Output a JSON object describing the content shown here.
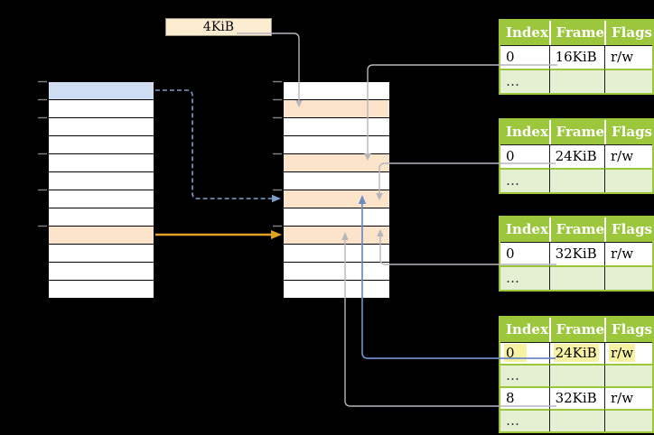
{
  "page_size_label": "4KiB",
  "page_tables": [
    {
      "name": "page-table-1",
      "headers": [
        "Index",
        "Frame",
        "Flags"
      ],
      "rows": [
        {
          "cells": [
            "0",
            "16KiB",
            "r/w"
          ]
        },
        {
          "cells": [
            "…",
            "",
            ""
          ]
        }
      ]
    },
    {
      "name": "page-table-2",
      "headers": [
        "Index",
        "Frame",
        "Flags"
      ],
      "rows": [
        {
          "cells": [
            "0",
            "24KiB",
            "r/w"
          ]
        },
        {
          "cells": [
            "…",
            "",
            ""
          ]
        }
      ]
    },
    {
      "name": "page-table-3",
      "headers": [
        "Index",
        "Frame",
        "Flags"
      ],
      "rows": [
        {
          "cells": [
            "0",
            "32KiB",
            "r/w"
          ]
        },
        {
          "cells": [
            "…",
            "",
            ""
          ]
        }
      ]
    },
    {
      "name": "page-table-4",
      "headers": [
        "Index",
        "Frame",
        "Flags"
      ],
      "rows": [
        {
          "cells": [
            "0",
            "24KiB",
            "r/w"
          ],
          "highlighted": true
        },
        {
          "cells": [
            "…",
            "",
            ""
          ]
        },
        {
          "cells": [
            "8",
            "32KiB",
            "r/w"
          ]
        },
        {
          "cells": [
            "…",
            "",
            ""
          ]
        }
      ]
    }
  ],
  "memory_columns": {
    "left_virtual_memory": {
      "row_count": 12,
      "blue_rows": [
        0
      ],
      "orange_rows": [
        8
      ]
    },
    "middle_physical_memory": {
      "row_count": 12,
      "orange_rows": [
        1,
        4,
        6,
        8
      ]
    },
    "tick_mark_count_per_column": 6
  },
  "arrows": [
    {
      "from": "4KiB-label",
      "to": "physical-frame-row-2",
      "color": "gray",
      "style": "solid"
    },
    {
      "from": "page-table-1 frame 16KiB",
      "to": "physical-frame-row-5",
      "color": "gray",
      "style": "solid"
    },
    {
      "from": "page-table-2 frame 24KiB",
      "to": "physical-frame-row-7",
      "color": "gray",
      "style": "solid"
    },
    {
      "from": "page-table-3 frame 32KiB",
      "to": "physical-frame-row-9",
      "color": "gray",
      "style": "solid"
    },
    {
      "from": "page-table-4 frame 24KiB",
      "to": "physical-frame-row-7",
      "color": "blue",
      "style": "solid"
    },
    {
      "from": "page-table-4 frame 32KiB",
      "to": "physical-frame-row-9",
      "color": "gray",
      "style": "solid"
    },
    {
      "from": "virtual-page-row-1",
      "to": "physical-frame-row-7",
      "color": "blue",
      "style": "dashed"
    },
    {
      "from": "virtual-page-row-9",
      "to": "physical-frame-row-9",
      "color": "orange",
      "style": "solid"
    }
  ],
  "colors": {
    "background": "#000000",
    "table_header_green": "#9CC63C",
    "table_row_light_green": "#E5EFD2",
    "frame_row_orange": "#FCE4CB",
    "virtual_page_blue": "#CFDDF2",
    "text_highlight_yellow": "#F7F1A3",
    "label_box_cream": "#FCEDD1",
    "arrow_gray": "#B5B5BD",
    "arrow_blue_solid": "#6B8CC4",
    "arrow_blue_dashed": "#7E9CC8",
    "arrow_orange": "#DFA126"
  }
}
